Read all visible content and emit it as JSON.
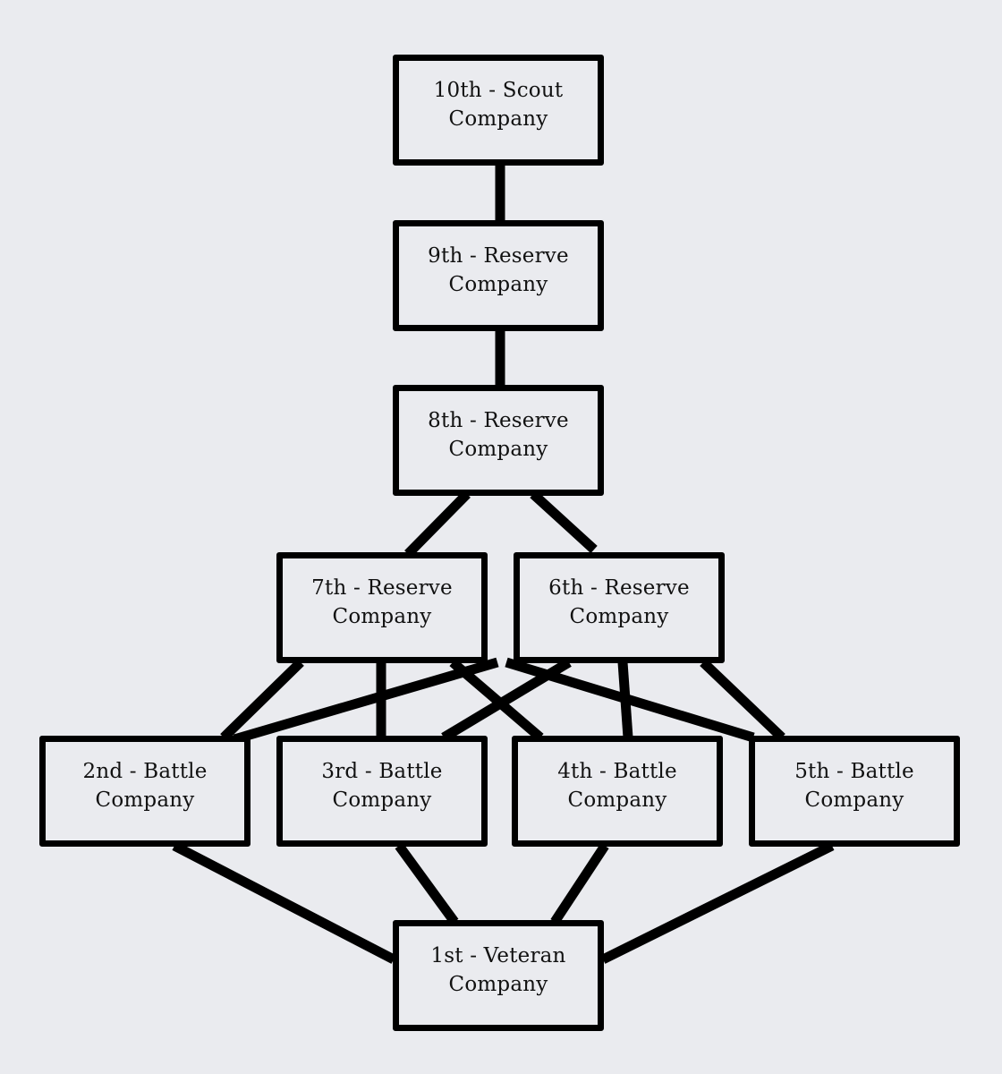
{
  "title": "Chapter Company Organization",
  "colors": {
    "background": "#eaebef",
    "stroke": "#000000"
  },
  "nodes": [
    {
      "id": "c10",
      "line1": "10th - Scout",
      "line2": "Company"
    },
    {
      "id": "c9",
      "line1": "9th - Reserve",
      "line2": "Company"
    },
    {
      "id": "c8",
      "line1": "8th - Reserve",
      "line2": "Company"
    },
    {
      "id": "c7",
      "line1": "7th - Reserve",
      "line2": "Company"
    },
    {
      "id": "c6",
      "line1": "6th - Reserve",
      "line2": "Company"
    },
    {
      "id": "c2",
      "line1": "2nd - Battle",
      "line2": "Company"
    },
    {
      "id": "c3",
      "line1": "3rd - Battle",
      "line2": "Company"
    },
    {
      "id": "c4",
      "line1": "4th - Battle",
      "line2": "Company"
    },
    {
      "id": "c5",
      "line1": "5th - Battle",
      "line2": "Company"
    },
    {
      "id": "c1",
      "line1": "1st - Veteran",
      "line2": "Company"
    }
  ],
  "edges": [
    [
      "c10",
      "c9"
    ],
    [
      "c9",
      "c8"
    ],
    [
      "c8",
      "c7"
    ],
    [
      "c8",
      "c6"
    ],
    [
      "c7",
      "c2"
    ],
    [
      "c7",
      "c3"
    ],
    [
      "c7",
      "c4"
    ],
    [
      "c7",
      "c5"
    ],
    [
      "c6",
      "c2"
    ],
    [
      "c6",
      "c3"
    ],
    [
      "c6",
      "c4"
    ],
    [
      "c6",
      "c5"
    ],
    [
      "c2",
      "c1"
    ],
    [
      "c3",
      "c1"
    ],
    [
      "c4",
      "c1"
    ],
    [
      "c5",
      "c1"
    ]
  ]
}
